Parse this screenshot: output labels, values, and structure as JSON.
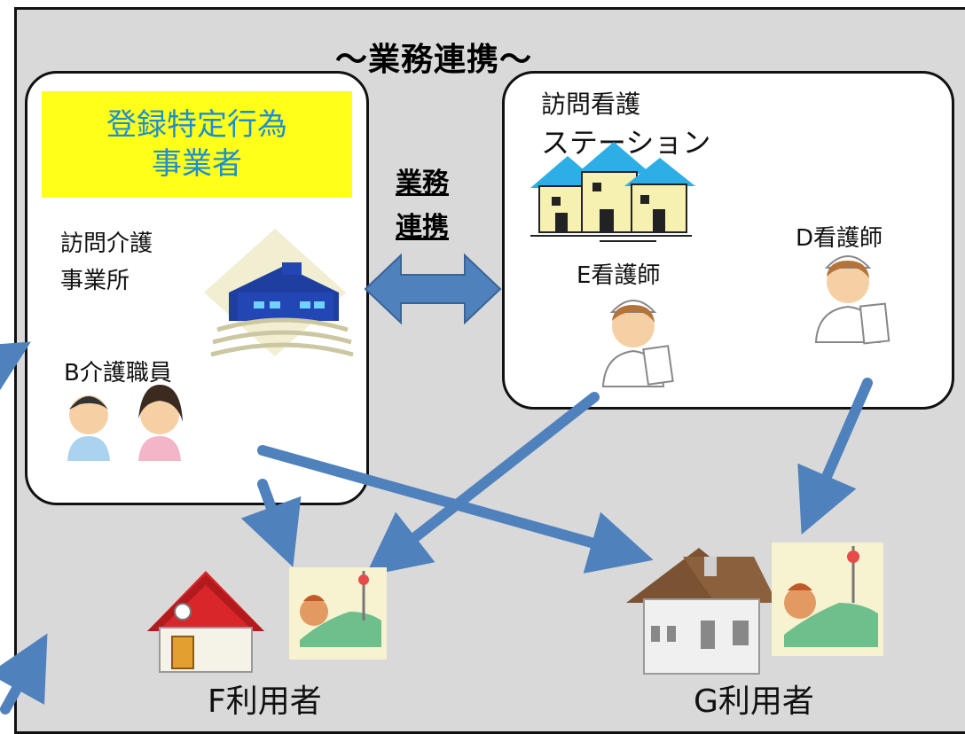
{
  "title": "～業務連携～",
  "left_box": {
    "yellow_label": "登録特定行為\n事業者",
    "office_label_1": "訪問介護",
    "office_label_2": "事業所",
    "staff_label": "B介護職員"
  },
  "center_label": "業務\n連携",
  "right_box": {
    "station_label_1": "訪問看護",
    "station_label_2": "ステーション",
    "nurse_e": "E看護師",
    "nurse_d": "D看護師"
  },
  "users": {
    "f": "F利用者",
    "g": "G利用者"
  },
  "colors": {
    "arrow": "#4f81bd",
    "yellow": "#ffff1a",
    "yellow_text": "#1e8ecf",
    "background": "#d9d9d9"
  }
}
